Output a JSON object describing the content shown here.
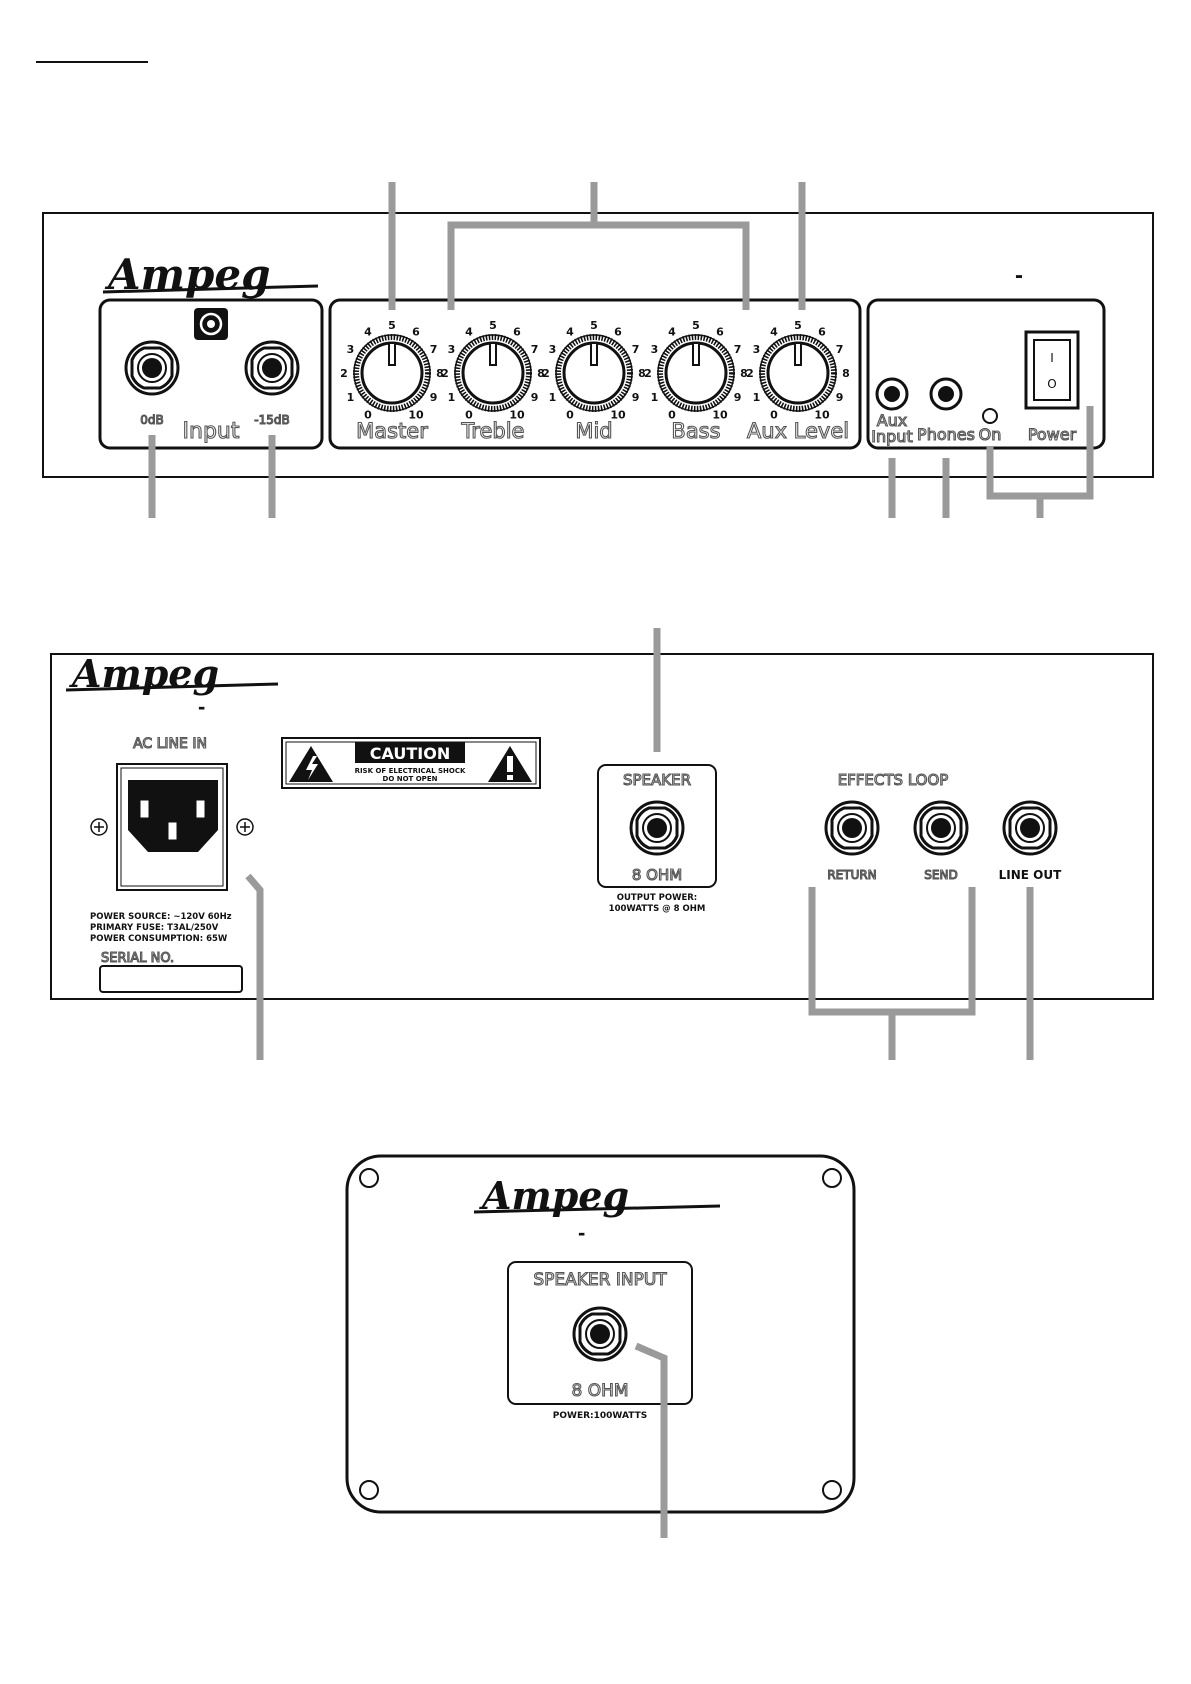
{
  "brand": "Ampeg",
  "front_panel": {
    "input_labels": {
      "zero_db": "0dB",
      "input": "Input",
      "minus15": "-15dB"
    },
    "knobs": [
      {
        "name": "Master"
      },
      {
        "name": "Treble"
      },
      {
        "name": "Mid"
      },
      {
        "name": "Bass"
      },
      {
        "name": "Aux Level"
      }
    ],
    "tick_labels": [
      "0",
      "1",
      "2",
      "3",
      "4",
      "5",
      "6",
      "7",
      "8",
      "9",
      "10"
    ],
    "right_labels": {
      "aux_1": "Aux",
      "aux_2": "Input",
      "phones": "Phones",
      "on": "On",
      "power": "Power"
    },
    "switch_on": "I",
    "switch_off": "O",
    "dash": "-"
  },
  "rear_panel": {
    "dash": "-",
    "ac_line_in": "AC LINE IN",
    "caution": "CAUTION",
    "caution_sub1": "RISK OF ELECTRICAL SHOCK",
    "caution_sub2": "DO NOT OPEN",
    "speaker": "SPEAKER",
    "speaker_ohm": "8 OHM",
    "output_power_1": "OUTPUT POWER:",
    "output_power_2": "100WATTS @ 8 OHM",
    "effects_loop": "EFFECTS LOOP",
    "return": "RETURN",
    "send": "SEND",
    "line_out": "LINE OUT",
    "power_source": "POWER SOURCE: ~120V 60Hz",
    "primary_fuse": "PRIMARY FUSE: T3AL/250V",
    "power_consumption": "POWER CONSUMPTION: 65W",
    "serial_no": "SERIAL NO."
  },
  "cabinet_panel": {
    "dash": "-",
    "speaker_input": "SPEAKER INPUT",
    "ohm": "8 OHM",
    "power": "POWER:100WATTS"
  }
}
